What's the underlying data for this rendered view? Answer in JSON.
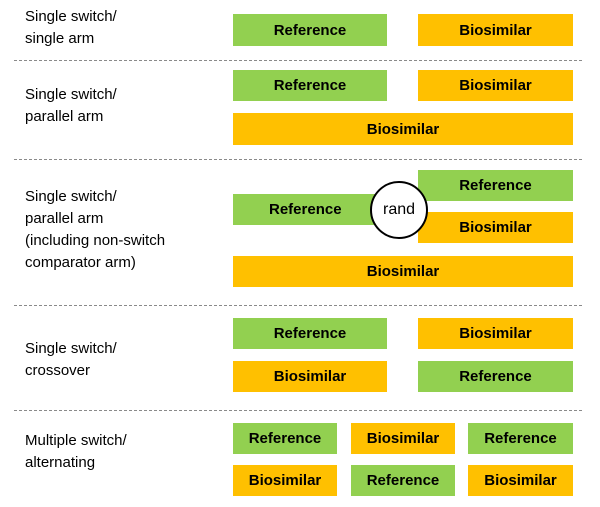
{
  "colors": {
    "reference": "#92d050",
    "biosimilar": "#ffc000"
  },
  "labels": {
    "row1": "Single switch/\nsingle arm",
    "row2": "Single switch/\nparallel arm",
    "row3": "Single switch/\nparallel arm\n(including non-switch\ncomparator arm)",
    "row4": "Single switch/\ncrossover",
    "row5": "Multiple switch/\nalternating"
  },
  "terms": {
    "reference": "Reference",
    "biosimilar": "Biosimilar",
    "rand": "rand"
  }
}
